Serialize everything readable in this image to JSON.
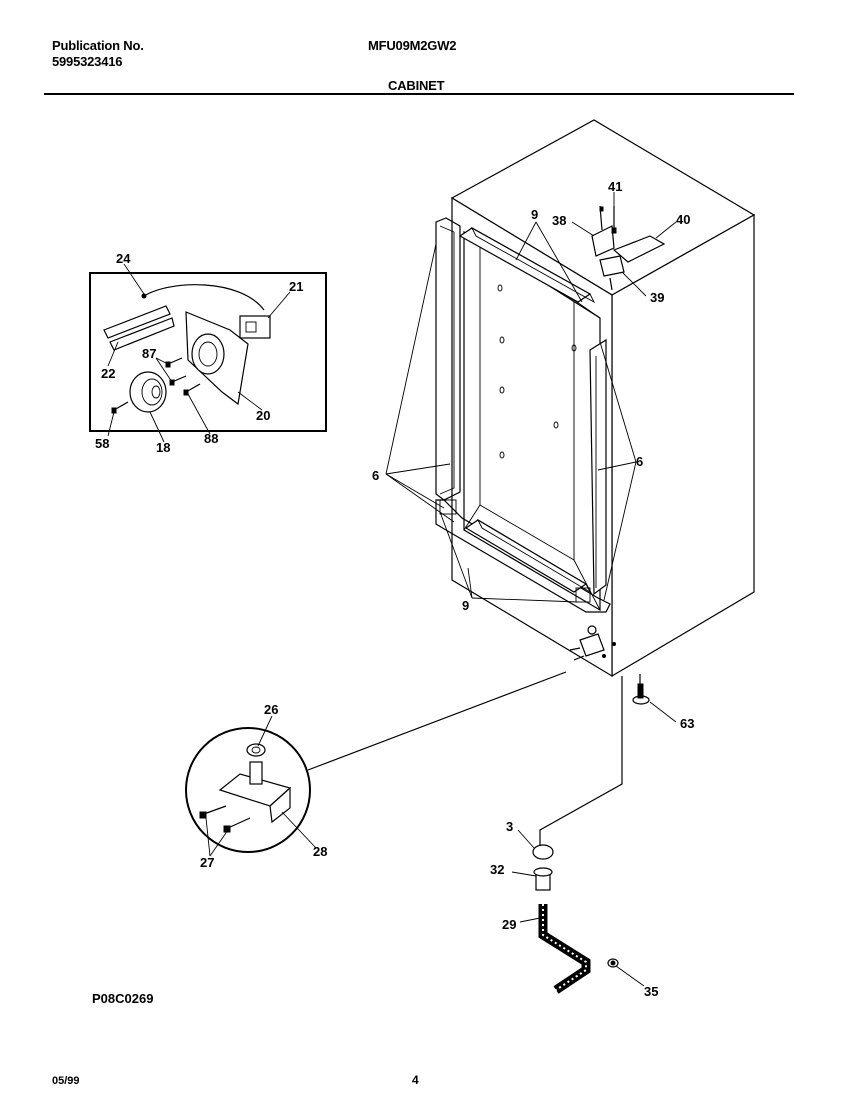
{
  "header": {
    "publication_label": "Publication No.",
    "publication_number": "5995323416",
    "model": "MFU09M2GW2",
    "section": "CABINET"
  },
  "footer": {
    "diagram_code": "P08C0269",
    "date": "05/99",
    "page": "4"
  },
  "callouts": {
    "c24": "24",
    "c21": "21",
    "c22": "22",
    "c87": "87",
    "c20": "20",
    "c58": "58",
    "c18": "18",
    "c88": "88",
    "c9top": "9",
    "c38": "38",
    "c41": "41",
    "c40": "40",
    "c39": "39",
    "c6left": "6",
    "c6right": "6",
    "c9bottom": "9",
    "c63": "63",
    "c26": "26",
    "c27": "27",
    "c28": "28",
    "c3": "3",
    "c32": "32",
    "c29": "29",
    "c35": "35"
  }
}
